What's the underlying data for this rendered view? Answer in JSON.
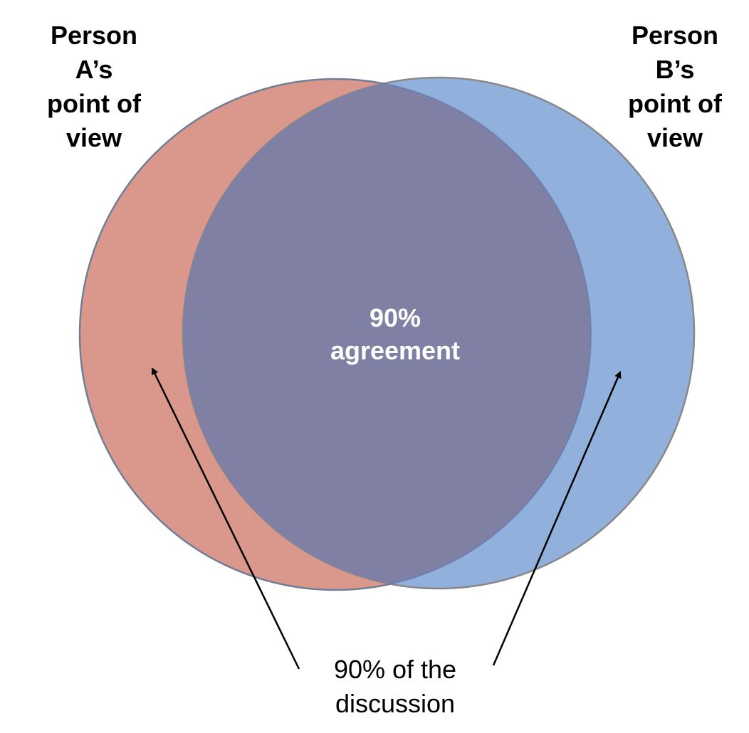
{
  "person_a": {
    "lines": [
      "Person",
      "A’s",
      "point of",
      "view"
    ]
  },
  "person_b": {
    "lines": [
      "Person",
      "B’s",
      "point of",
      "view"
    ]
  },
  "overlap": {
    "lines": [
      "90%",
      "agreement"
    ]
  },
  "annotation": {
    "lines": [
      "90% of the",
      "discussion"
    ]
  },
  "colors": {
    "circle_a": "#DA978C",
    "circle_b": "#92B0DC",
    "overlap": "#8080A4",
    "outline": "#888888",
    "arrow": "#000000"
  }
}
